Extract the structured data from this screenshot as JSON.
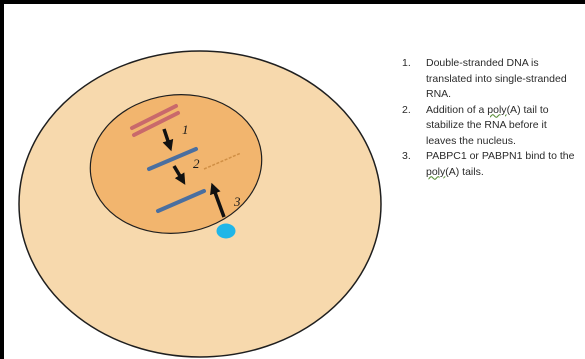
{
  "colors": {
    "cell_fill": "#f7d9ad",
    "cell_stroke": "#1f1f1f",
    "nucleus_fill": "#f2b56e",
    "dna_color": "#c9696b",
    "rna_color": "#4a6fa0",
    "poly_a_tail": "#d08f45",
    "binding_protein": "#1fb6e8",
    "arrow_color": "#111111"
  },
  "diagram": {
    "step_labels": [
      "1",
      "2",
      "3"
    ]
  },
  "legend": {
    "items": [
      {
        "number": "1.",
        "text": "Double-stranded DNA is translated into single-stranded RNA."
      },
      {
        "number": "2.",
        "before": "Addition of a ",
        "underlined": "poly",
        "after": "(A) tail to stabilize the RNA before it leaves the nucleus."
      },
      {
        "number": "3.",
        "before": "PABPC1 or PABPN1 bind to the ",
        "underlined": "poly",
        "after": "(A) tails."
      }
    ]
  }
}
